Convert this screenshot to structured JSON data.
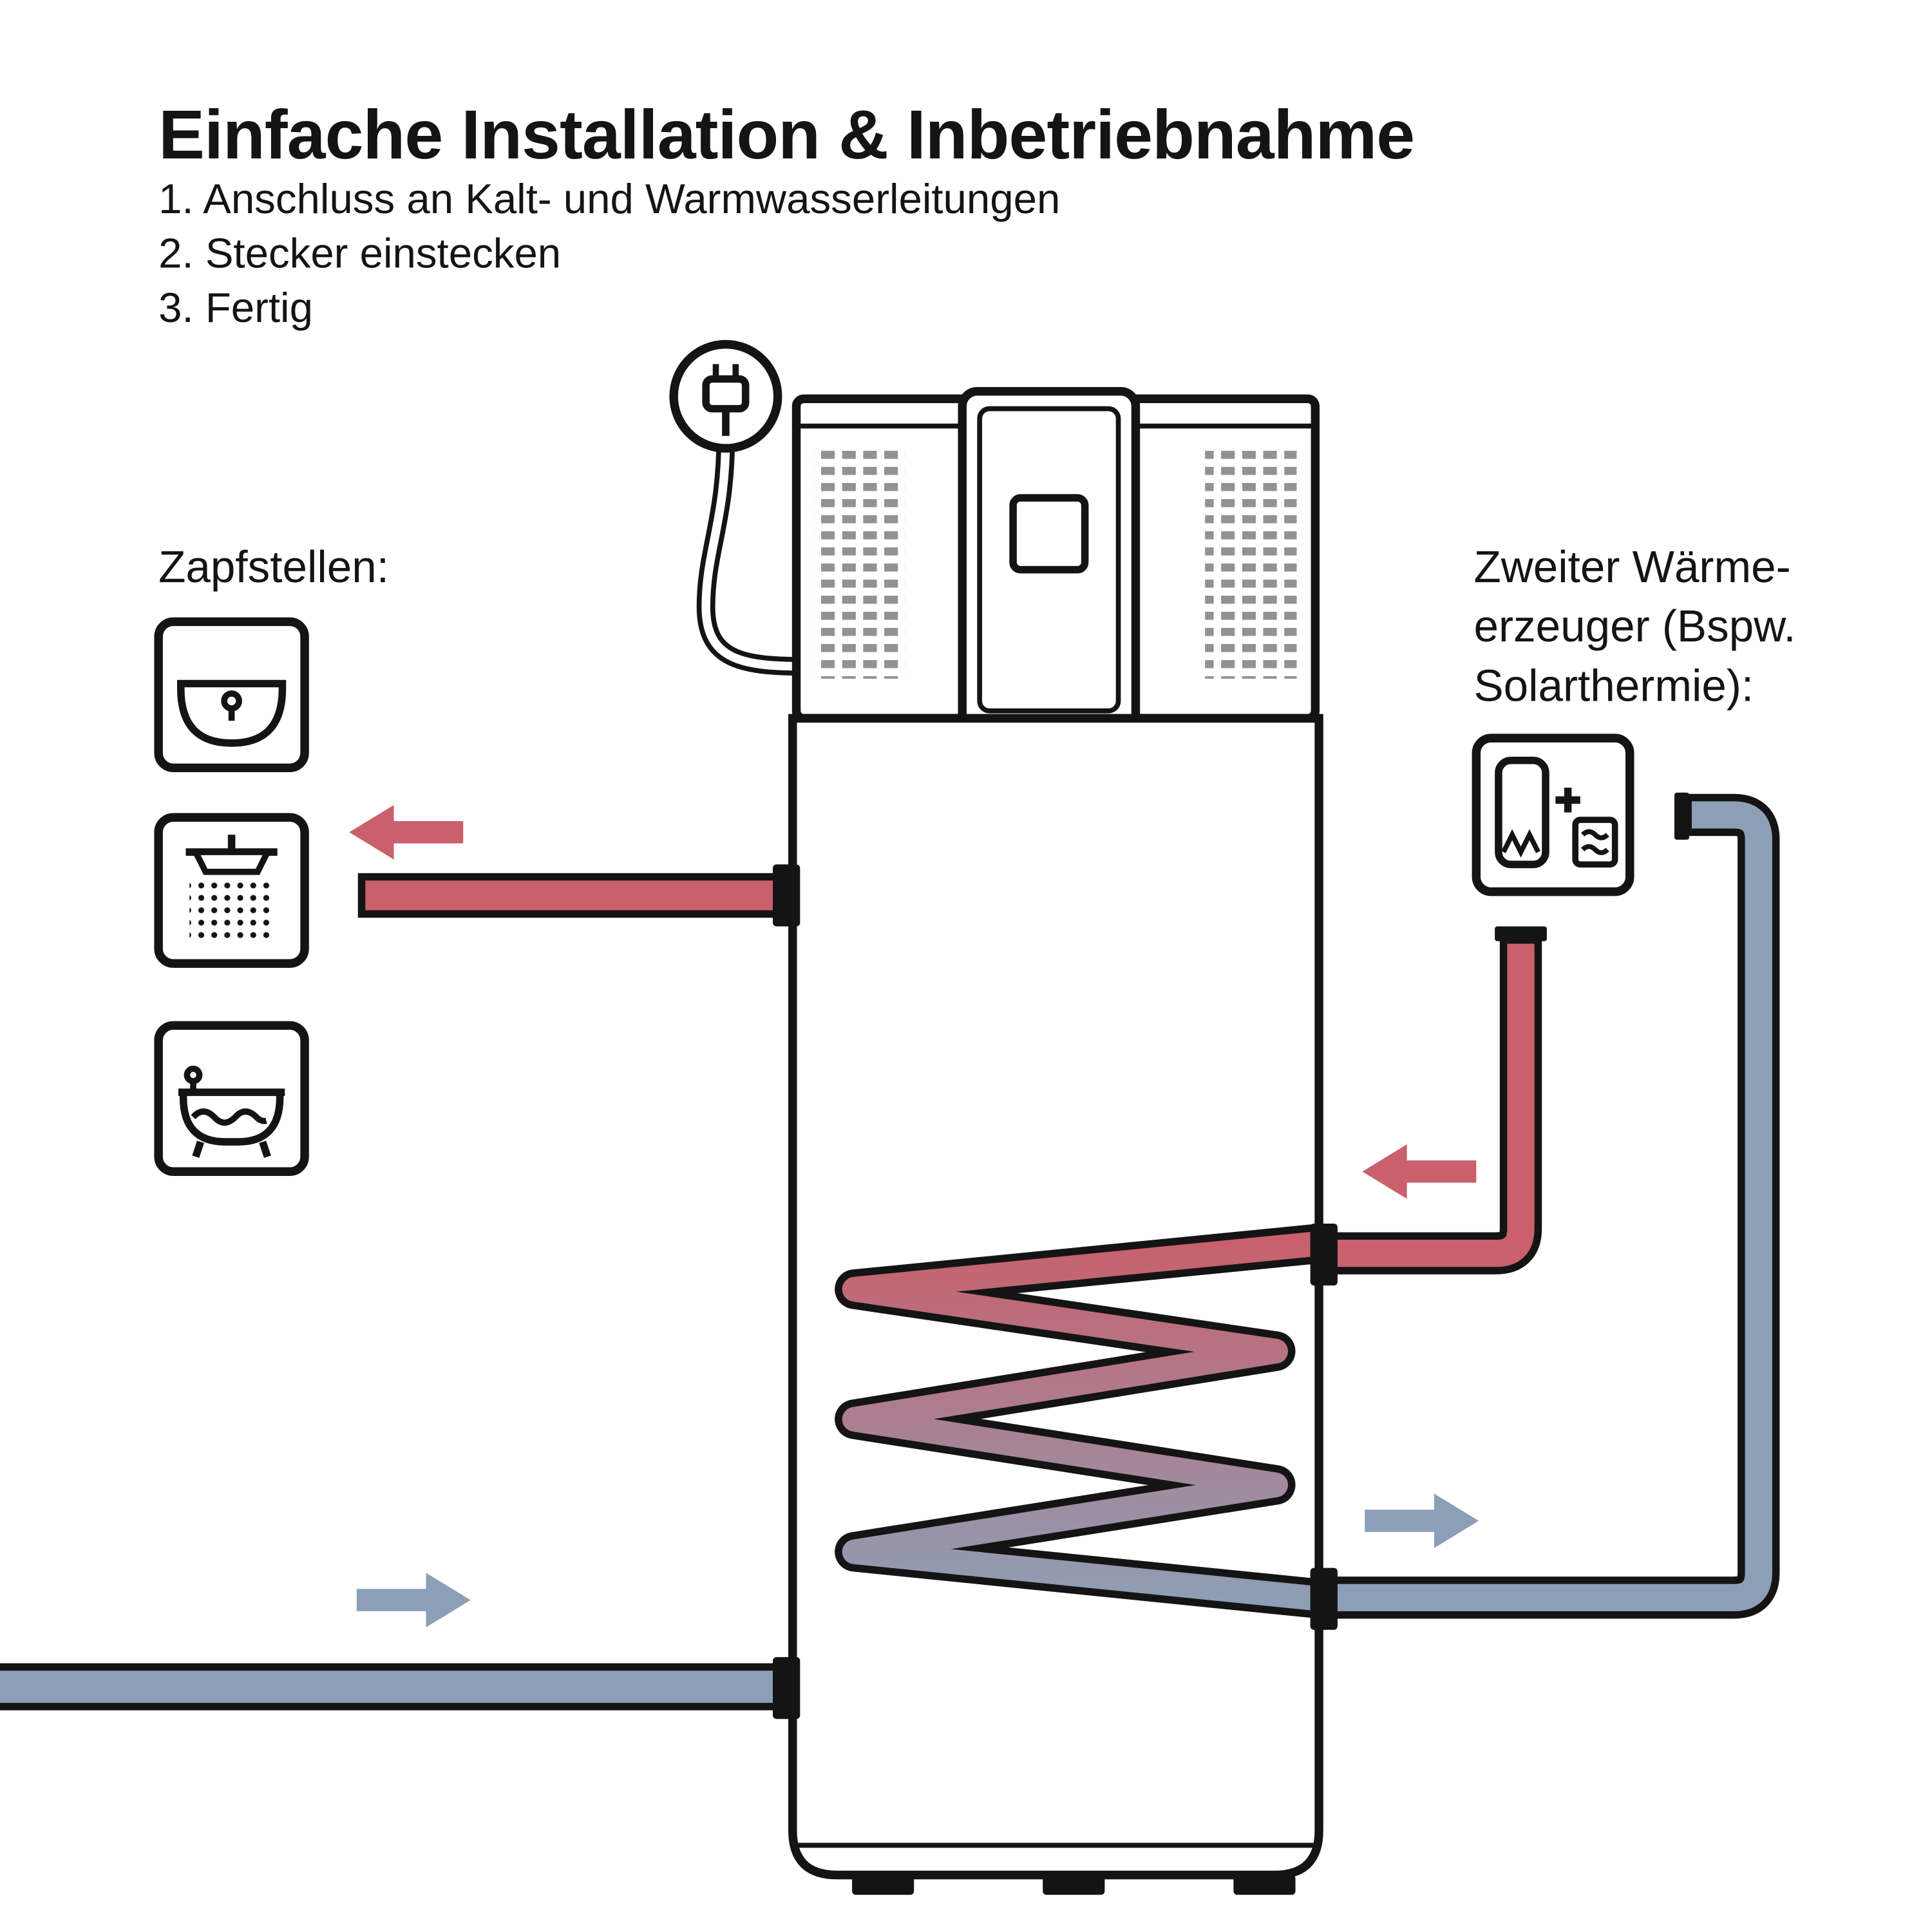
{
  "title": "Einfache Installation & Inbetriebnahme",
  "steps": [
    "1. Anschluss an Kalt- und Warmwasserleitungen",
    "2. Stecker einstecken",
    "3. Fertig"
  ],
  "labels": {
    "tap_points": "Zapfstellen:",
    "second_heat_source": [
      "Zweiter Wärme-",
      "erzeuger (Bspw.",
      "Solarthermie):"
    ]
  },
  "colors": {
    "hot": "#c9606c",
    "coil_mid": "#ab7f91",
    "cold": "#8d9fb6",
    "outline": "#141414",
    "vent_gray": "#929292"
  },
  "icons": {
    "sink": "sink-icon",
    "shower": "shower-icon",
    "bathtub": "bathtub-icon",
    "solar": "solar-heat-source-icon",
    "plug": "power-plug-icon"
  }
}
